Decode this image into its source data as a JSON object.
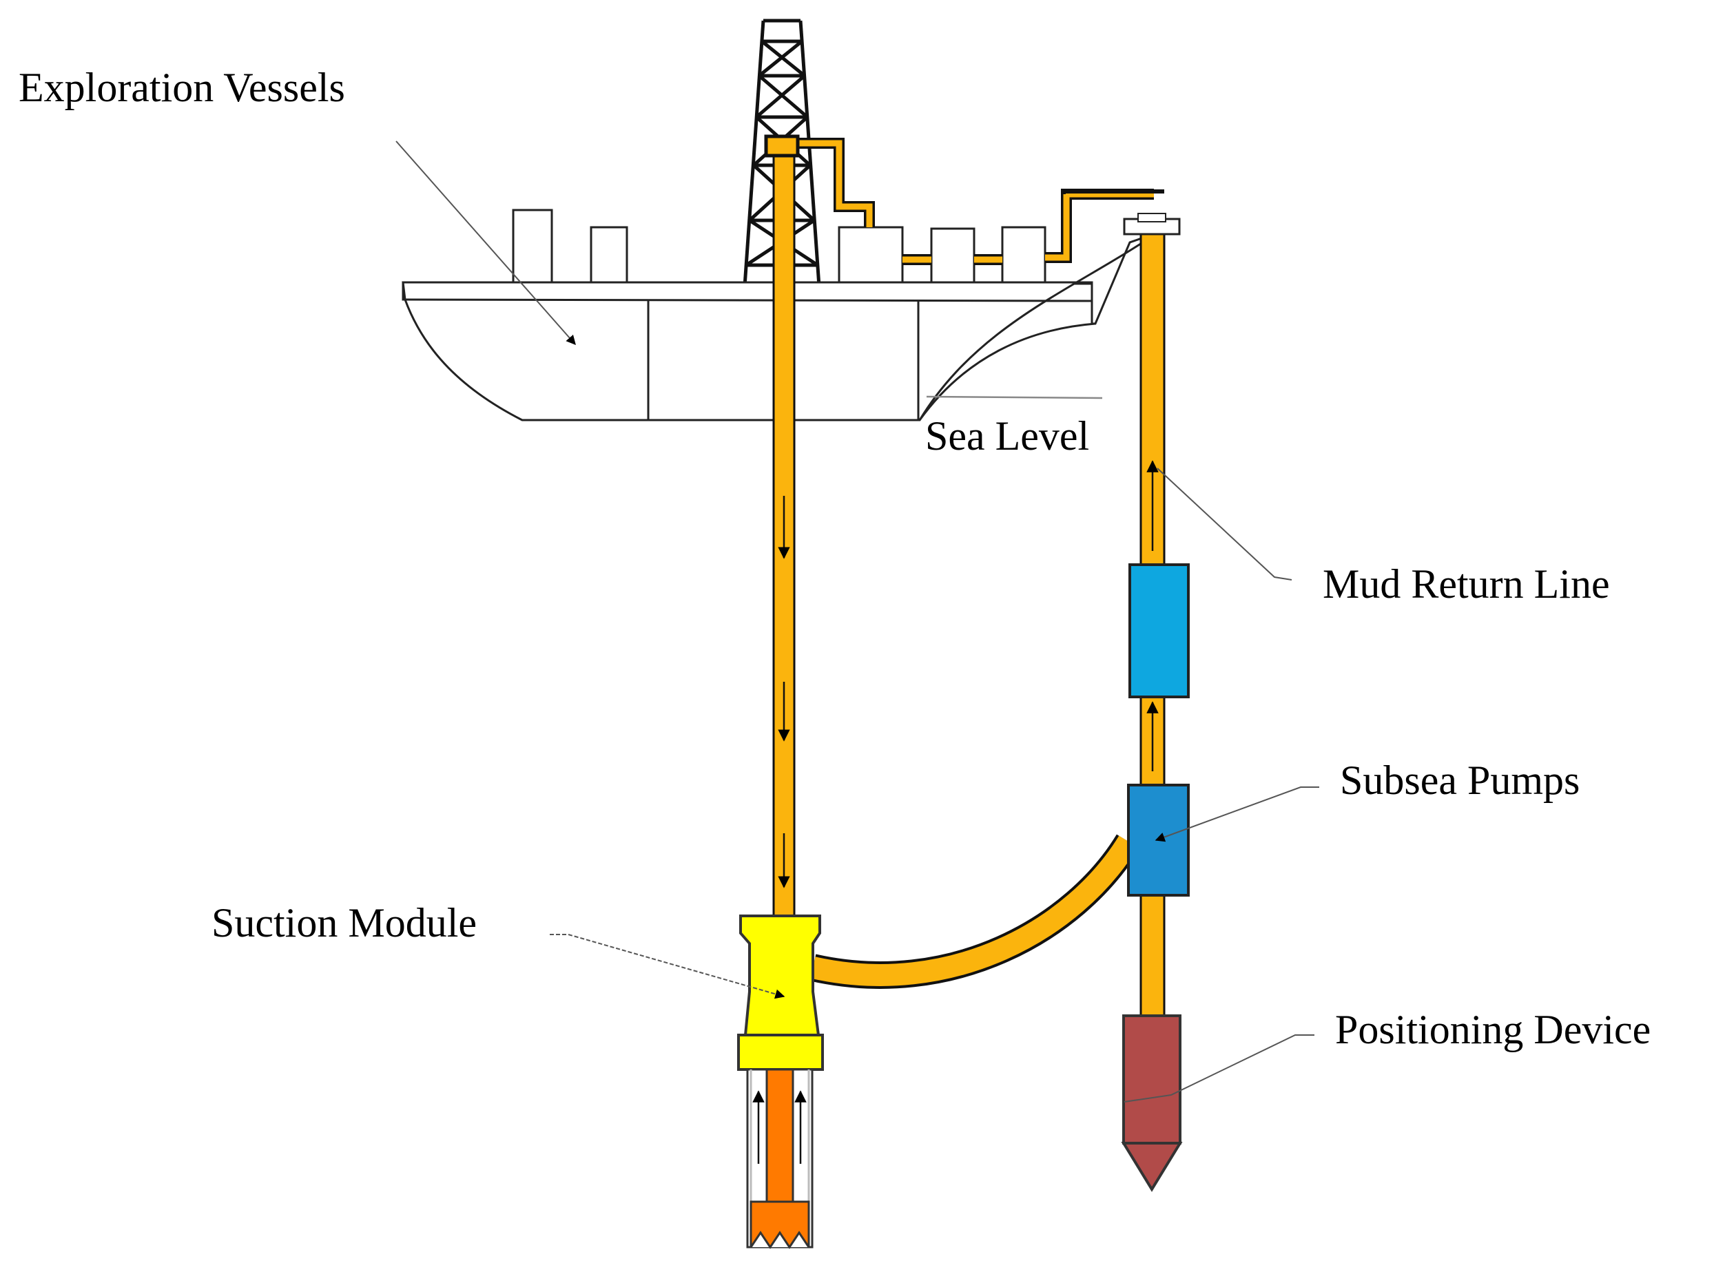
{
  "labels": {
    "exploration_vessels": "Exploration Vessels",
    "sea_level": "Sea Level",
    "mud_return_line": "Mud Return Line",
    "subsea_pumps": "Subsea Pumps",
    "suction_module": "Suction Module",
    "positioning_device": "Positioning Device"
  },
  "colors": {
    "pipe": "#FBB40D",
    "pump": "#0EA7E0",
    "suction_module": "#FFFF00",
    "positioning_device": "#B14B49",
    "drill_bit": "#FF7A00"
  }
}
